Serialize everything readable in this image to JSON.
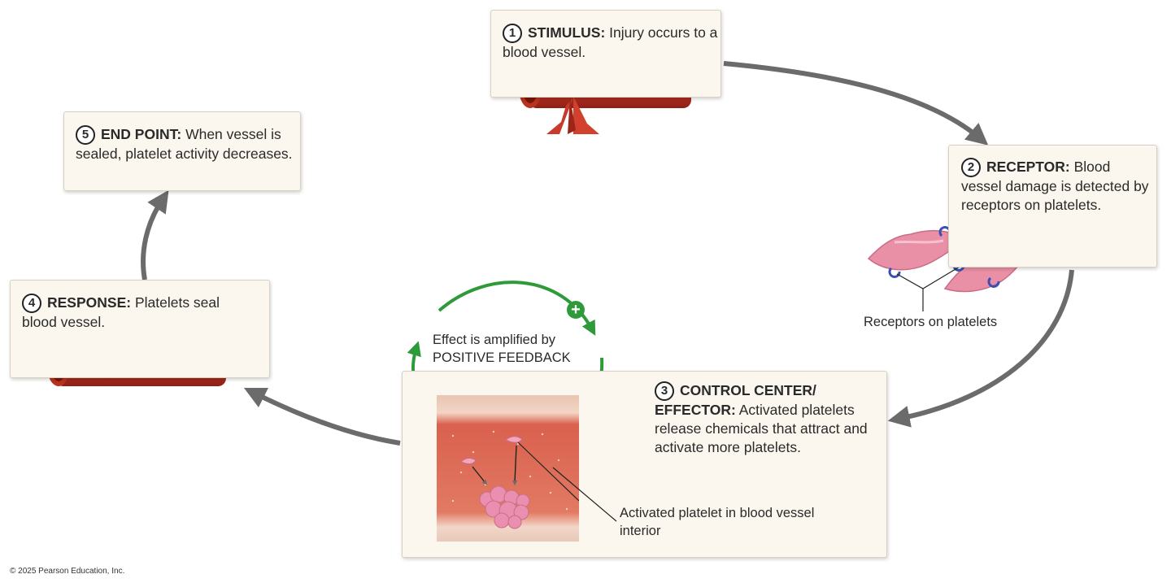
{
  "steps": {
    "stimulus": {
      "number": "1",
      "label": "STIMULUS:",
      "text": "Injury occurs to a blood vessel."
    },
    "receptor": {
      "number": "2",
      "label": "RECEPTOR:",
      "text": "Blood vessel damage is detected by receptors on platelets."
    },
    "control": {
      "number": "3",
      "label": "CONTROL CENTER/ EFFECTOR:",
      "text": "Activated platelets release chemicals that attract and activate more platelets."
    },
    "response": {
      "number": "4",
      "label": "RESPONSE:",
      "text": "Platelets seal blood vessel."
    },
    "endpoint": {
      "number": "5",
      "label": "END POINT:",
      "text": "When vessel is sealed, platelet activity decreases."
    }
  },
  "labels": {
    "receptors_on_platelets": "Receptors on platelets",
    "feedback_line1": "Effect is amplified by",
    "feedback_line2": "POSITIVE FEEDBACK",
    "activated_platelet": "Activated platelet in blood vessel interior",
    "plus_sign": "+"
  },
  "copyright": "© 2025 Pearson Education, Inc.",
  "colors": {
    "cycle_arrow": "#6b6b6b",
    "feedback_arrow": "#2f9a3a",
    "vessel": "#c83a2a",
    "platelet": "#e98fa6",
    "box_fill": "#fbf7ee"
  }
}
